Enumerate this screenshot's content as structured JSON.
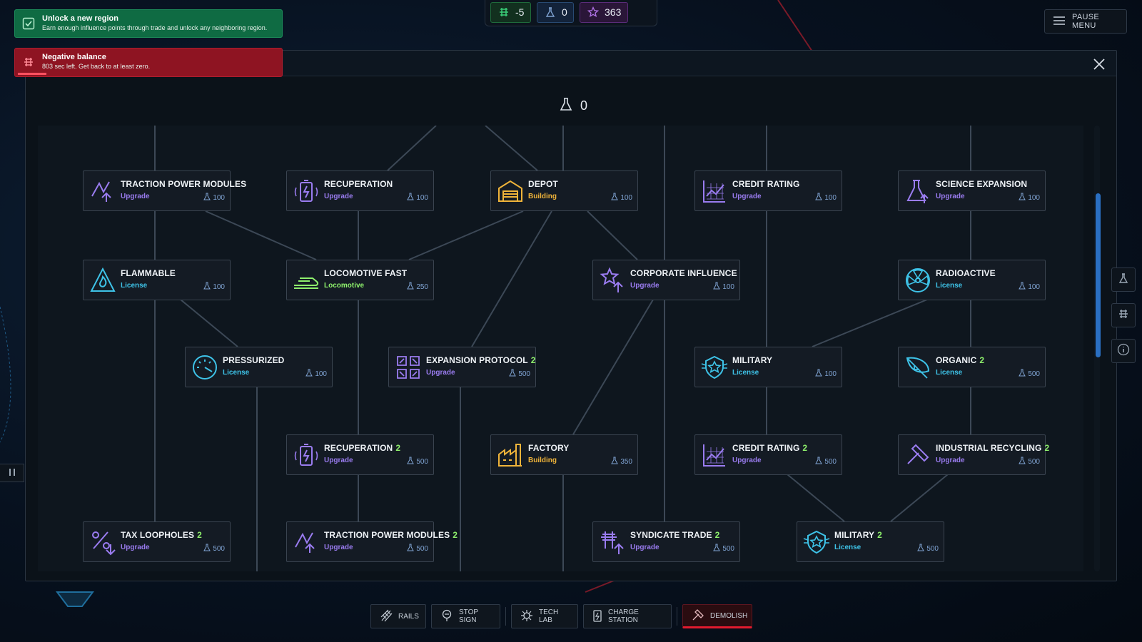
{
  "resources": {
    "money": "-5",
    "science": "0",
    "stars": "363"
  },
  "pause_menu_label": "PAUSE MENU",
  "notifications": [
    {
      "title": "Unlock a new region",
      "body": "Earn enough influence points through trade and unlock any neighboring region."
    },
    {
      "title": "Negative balance",
      "body": "803 sec left. Get back to at least zero."
    }
  ],
  "science_total": "0",
  "nodes": [
    {
      "title": "TRACTION POWER MODULES",
      "level": "",
      "type": "Upgrade",
      "cost": "100",
      "icon": "traction-icon"
    },
    {
      "title": "RECUPERATION",
      "level": "",
      "type": "Upgrade",
      "cost": "100",
      "icon": "battery-icon"
    },
    {
      "title": "DEPOT",
      "level": "",
      "type": "Building",
      "cost": "100",
      "icon": "depot-icon"
    },
    {
      "title": "CREDIT RATING",
      "level": "",
      "type": "Upgrade",
      "cost": "100",
      "icon": "chart-icon"
    },
    {
      "title": "SCIENCE EXPANSION",
      "level": "",
      "type": "Upgrade",
      "cost": "100",
      "icon": "flask-icon"
    },
    {
      "title": "FLAMMABLE",
      "level": "",
      "type": "License",
      "cost": "100",
      "icon": "flame-icon"
    },
    {
      "title": "LOCOMOTIVE FAST",
      "level": "",
      "type": "Locomotive",
      "cost": "250",
      "icon": "train-icon"
    },
    {
      "title": "CORPORATE INFLUENCE",
      "level": "",
      "type": "Upgrade",
      "cost": "100",
      "icon": "star-up-icon"
    },
    {
      "title": "RADIOACTIVE",
      "level": "",
      "type": "License",
      "cost": "100",
      "icon": "radiation-icon"
    },
    {
      "title": "PRESSURIZED",
      "level": "",
      "type": "License",
      "cost": "100",
      "icon": "gauge-icon"
    },
    {
      "title": "EXPANSION PROTOCOL",
      "level": "2",
      "type": "Upgrade",
      "cost": "500",
      "icon": "expand-icon"
    },
    {
      "title": "MILITARY",
      "level": "",
      "type": "License",
      "cost": "100",
      "icon": "military-icon"
    },
    {
      "title": "ORGANIC",
      "level": "2",
      "type": "License",
      "cost": "500",
      "icon": "leaf-icon"
    },
    {
      "title": "RECUPERATION",
      "level": "2",
      "type": "Upgrade",
      "cost": "500",
      "icon": "battery-icon"
    },
    {
      "title": "FACTORY",
      "level": "",
      "type": "Building",
      "cost": "350",
      "icon": "factory-icon"
    },
    {
      "title": "CREDIT RATING",
      "level": "2",
      "type": "Upgrade",
      "cost": "500",
      "icon": "chart-icon"
    },
    {
      "title": "INDUSTRIAL RECYCLING",
      "level": "2",
      "type": "Upgrade",
      "cost": "500",
      "icon": "hammer-icon"
    },
    {
      "title": "TAX LOOPHOLES",
      "level": "2",
      "type": "Upgrade",
      "cost": "500",
      "icon": "percent-icon"
    },
    {
      "title": "TRACTION POWER MODULES",
      "level": "2",
      "type": "Upgrade",
      "cost": "500",
      "icon": "traction-icon"
    },
    {
      "title": "SYNDICATE TRADE",
      "level": "2",
      "type": "Upgrade",
      "cost": "500",
      "icon": "trade-icon"
    },
    {
      "title": "MILITARY",
      "level": "2",
      "type": "License",
      "cost": "500",
      "icon": "military-icon"
    }
  ],
  "toolbar": {
    "rails": "RAILS",
    "stop_sign": "STOP SIGN",
    "tech_lab": "TECH LAB",
    "charge_station": "CHARGE STATION",
    "demolish": "DEMOLISH"
  },
  "colors": {
    "upgrade": "#9a7cf0",
    "building": "#f0b43a",
    "license": "#3ec3e8",
    "locomotive": "#8ef06c",
    "level": "#8ef06c",
    "success": "#0f6b43",
    "danger": "#8e1422",
    "accent": "#2a6fc2"
  }
}
